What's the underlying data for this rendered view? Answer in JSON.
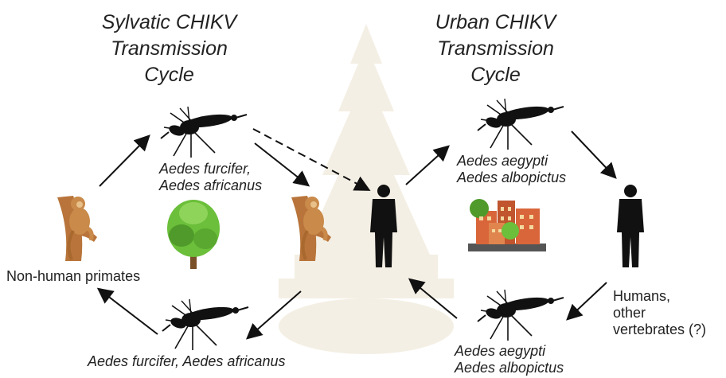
{
  "sylvatic": {
    "title_line1": "Sylvatic CHIKV",
    "title_line2": "Transmission",
    "title_line3": "Cycle",
    "mosquito_top_line1": "Aedes furcifer,",
    "mosquito_top_line2": "Aedes africanus",
    "mosquito_bottom": "Aedes furcifer, Aedes africanus",
    "host_label": "Non-human primates"
  },
  "urban": {
    "title_line1": "Urban CHIKV",
    "title_line2": "Transmission",
    "title_line3": "Cycle",
    "mosquito_top_line1": "Aedes aegypti",
    "mosquito_top_line2": "Aedes albopictus",
    "mosquito_bottom_line1": "Aedes aegypti",
    "mosquito_bottom_line2": "Aedes albopictus",
    "host_line1": "Humans,",
    "host_line2": "other",
    "host_line3": "vertebrates (?)"
  },
  "colors": {
    "monkey": "#c98a4a",
    "tree_leaves": "#6bbf3a",
    "silhouette": "#111111",
    "building": "#d9663a"
  }
}
